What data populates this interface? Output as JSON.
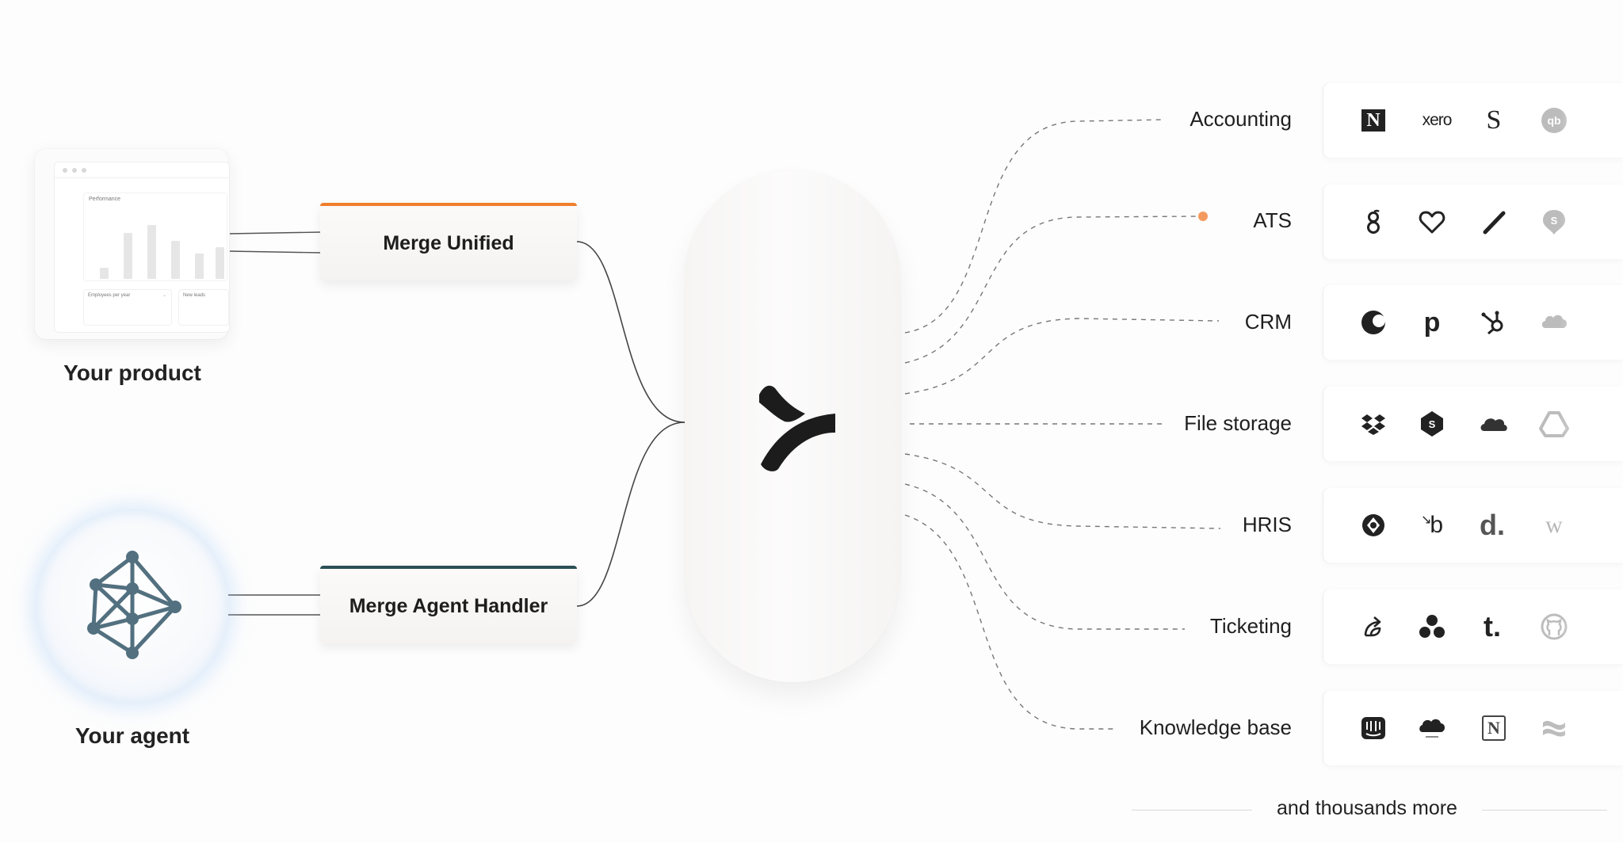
{
  "inputs": {
    "product": {
      "label": "Your product",
      "chart_title": "Performance",
      "box1_label": "Employees per year",
      "box2_label": "New leads"
    },
    "agent": {
      "label": "Your agent",
      "icon": "network-graph-icon"
    }
  },
  "products": {
    "unified": {
      "label": "Merge Unified",
      "accent": "#f07f2c"
    },
    "agent_handler": {
      "label": "Merge Agent Handler",
      "accent": "#2b4f56"
    }
  },
  "hub": {
    "icon": "merge-logo-icon"
  },
  "categories": [
    {
      "label": "Accounting",
      "logos": [
        "netsuite-logo",
        "xero-logo",
        "sage-logo",
        "quickbooks-logo"
      ],
      "logo_text": [
        "N",
        "xero",
        "S",
        "qb"
      ]
    },
    {
      "label": "ATS",
      "logos": [
        "greenhouse-logo",
        "lever-logo",
        "ashby-logo",
        "smartrecruiters-logo"
      ],
      "logo_text": []
    },
    {
      "label": "CRM",
      "logos": [
        "copper-logo",
        "pipedrive-logo",
        "hubspot-logo",
        "salesforce-logo"
      ],
      "logo_text": [
        "",
        "p",
        "",
        ""
      ]
    },
    {
      "label": "File storage",
      "logos": [
        "dropbox-logo",
        "sharefile-logo",
        "onedrive-logo",
        "google-drive-logo"
      ],
      "logo_text": []
    },
    {
      "label": "HRIS",
      "logos": [
        "rippling-logo",
        "bamboohr-logo",
        "deel-logo",
        "workday-logo"
      ],
      "logo_text": [
        "",
        "b",
        "d.",
        "w"
      ]
    },
    {
      "label": "Ticketing",
      "logos": [
        "jira-logo",
        "asana-logo",
        "trello-logo",
        "github-logo"
      ],
      "logo_text": [
        "",
        "",
        "t.",
        ""
      ]
    },
    {
      "label": "Knowledge base",
      "logos": [
        "intercom-logo",
        "salesforce-knowledge-logo",
        "notion-logo",
        "confluence-logo"
      ],
      "logo_text": [
        "",
        "",
        "N",
        ""
      ]
    }
  ],
  "footer": {
    "text": "and thousands more"
  },
  "colors": {
    "accent_orange": "#f07f2c",
    "accent_teal": "#2b4f56",
    "ats_dot": "#f59a5e",
    "ink": "#1f1f1f"
  }
}
